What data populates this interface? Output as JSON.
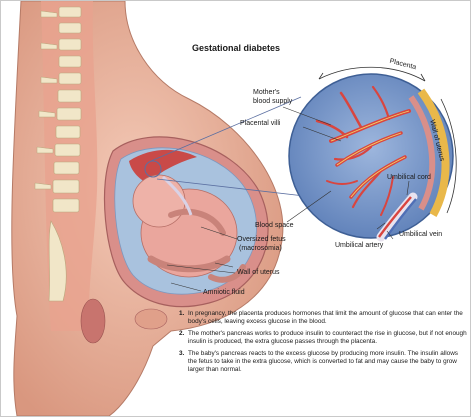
{
  "diagram": {
    "title": "Gestational diabetes",
    "labels": {
      "placenta": "Placenta",
      "mothers_blood_supply_line1": "Mother's",
      "mothers_blood_supply_line2": "blood supply",
      "placental_villi": "Placental villi",
      "wall_of_uterus_curved": "Wall of uterus",
      "umbilical_cord": "Umbilical cord",
      "blood_space": "Blood space",
      "umbilical_vein": "Umbilical vein",
      "umbilical_artery": "Umbilical artery",
      "oversized_fetus_line1": "Oversized fetus",
      "oversized_fetus_line2": "(macrosomia)",
      "wall_of_uterus": "Wall of uterus",
      "amniotic_fluid": "Amniotic fluid"
    },
    "colors": {
      "skin": "#e9b7a1",
      "uterus": "#d98f8a",
      "amniotic": "#a9c2de",
      "fetus": "#eaa69d",
      "spine": "#f1e6c8",
      "zoom_blue": "#6f8fc4",
      "villi": "#d9453f",
      "uterus_wall_band": "#e9b84a"
    }
  },
  "notes": [
    {
      "num": "1.",
      "text": "In pregnancy, the placenta produces hormones that limit the amount of glucose that can enter the body's cells, leaving excess glucose in the blood."
    },
    {
      "num": "2.",
      "text": "The mother's pancreas works to produce insulin to counteract the rise in glucose, but if not enough insulin is produced, the extra glucose passes through the placenta."
    },
    {
      "num": "3.",
      "text": "The baby's pancreas reacts to the excess glucose by producing more insulin. The insulin allows the fetus to take in the extra glucose, which is converted to fat and may cause the baby to grow larger than normal."
    }
  ]
}
